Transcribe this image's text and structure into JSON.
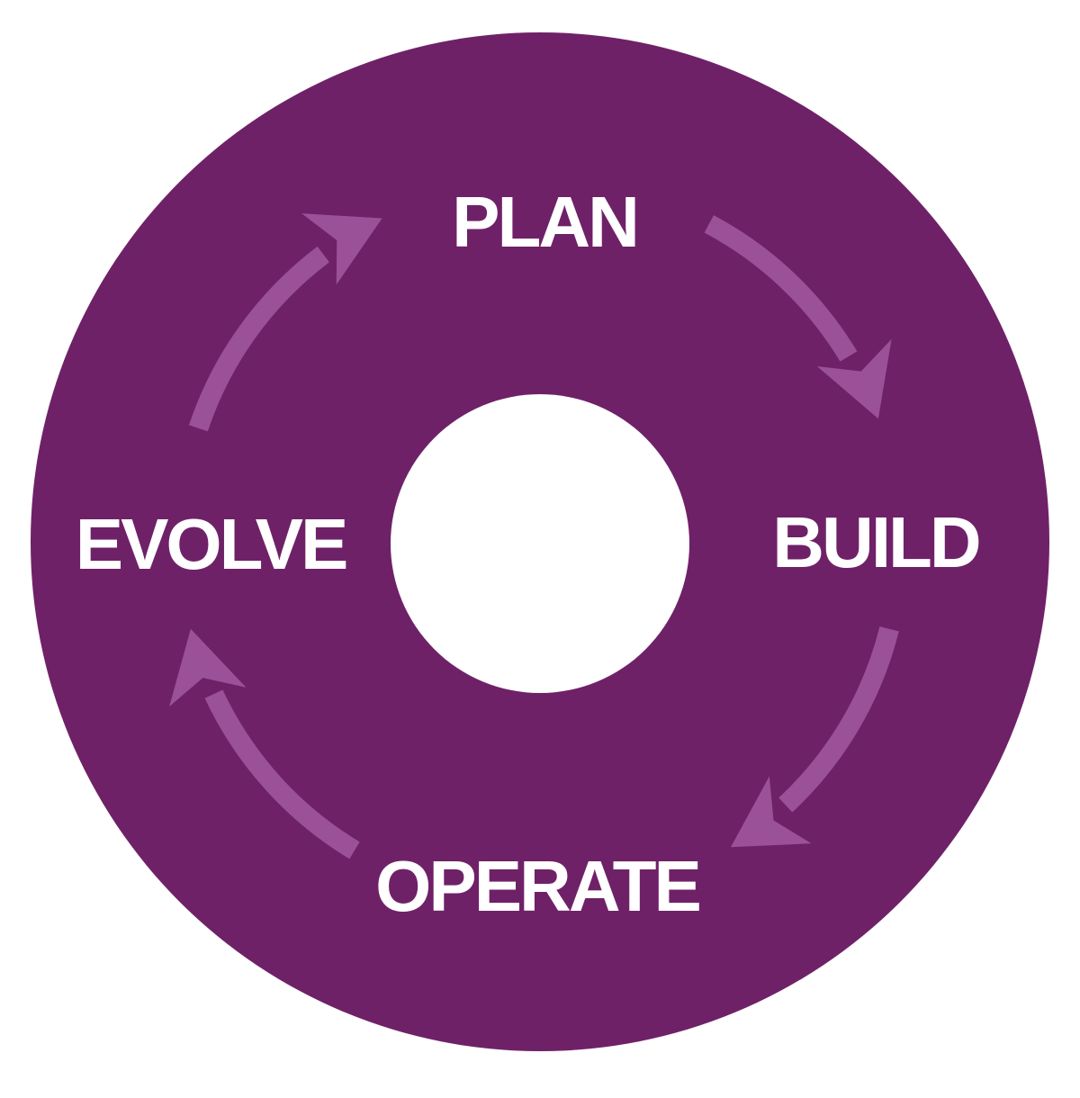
{
  "diagram": {
    "type": "cycle",
    "direction": "clockwise",
    "stages": [
      {
        "label": "PLAN",
        "position": "top"
      },
      {
        "label": "BUILD",
        "position": "right"
      },
      {
        "label": "OPERATE",
        "position": "bottom"
      },
      {
        "label": "EVOLVE",
        "position": "left"
      }
    ],
    "arrows": [
      {
        "icon": "curved-arrow",
        "from": "PLAN",
        "to": "BUILD"
      },
      {
        "icon": "curved-arrow",
        "from": "BUILD",
        "to": "OPERATE"
      },
      {
        "icon": "curved-arrow",
        "from": "OPERATE",
        "to": "EVOLVE"
      },
      {
        "icon": "curved-arrow",
        "from": "EVOLVE",
        "to": "PLAN"
      }
    ],
    "colors": {
      "donut": "#6F2168",
      "arrow": "#9A5197",
      "label": "#FFFFFF",
      "hole": "#FFFFFF",
      "background": "#FFFFFF"
    }
  }
}
